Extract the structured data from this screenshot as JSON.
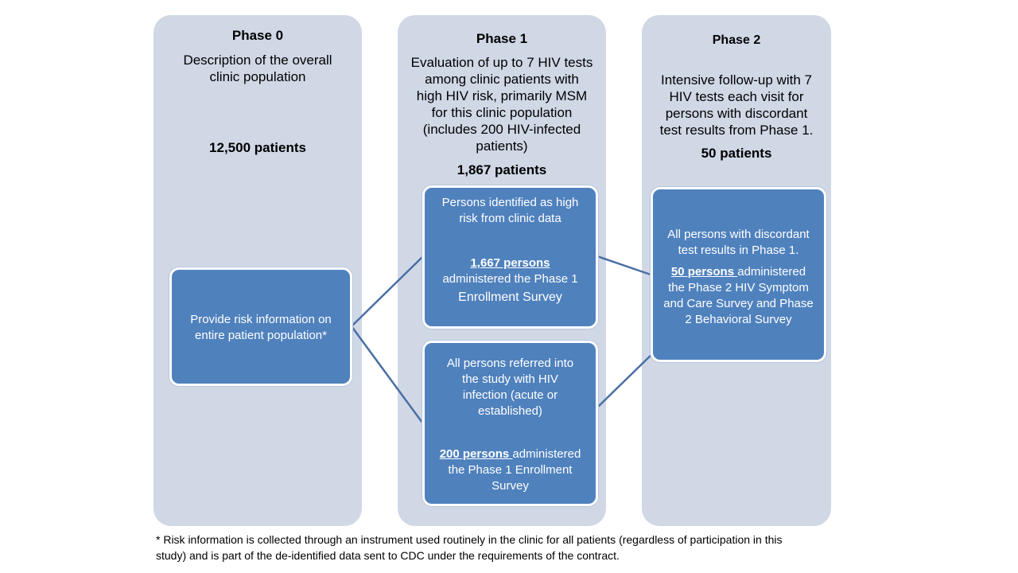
{
  "phase0": {
    "title": "Phase 0",
    "description": [
      "Description of the overall",
      "clinic population"
    ],
    "count": "12,500 patients",
    "box_text": [
      "Provide risk information on",
      "entire patient population*"
    ]
  },
  "phase1": {
    "title": "Phase 1",
    "description": [
      "Evaluation of up to 7 HIV tests",
      "among clinic patients with",
      "high HIV risk, primarily MSM",
      "for this clinic population",
      "(includes 200 HIV-infected",
      "patients)"
    ],
    "count": "1,867 patients",
    "box1": {
      "intro": [
        "Persons identified as high",
        "risk from clinic data"
      ],
      "count": "1,667 persons",
      "rest": [
        "administered the Phase 1",
        "Enrollment Survey"
      ]
    },
    "box2": {
      "intro": [
        "All persons  referred into",
        "the study  with HIV",
        "infection (acute or",
        "established)"
      ],
      "count": "200 persons ",
      "rest_inline": "administered",
      "rest": [
        "the Phase 1 Enrollment",
        "Survey"
      ]
    }
  },
  "phase2": {
    "title": "Phase 2",
    "description": [
      "Intensive follow-up with 7",
      "HIV tests each visit for",
      "persons with discordant",
      "test results from Phase 1."
    ],
    "count": "50 patients",
    "box": {
      "intro": [
        "All persons with discordant",
        "test results in Phase 1."
      ],
      "count": "50 persons ",
      "rest_inline": "administered",
      "rest": [
        "the Phase 2 HIV Symptom",
        "and Care Survey and Phase",
        "2 Behavioral Survey"
      ]
    }
  },
  "footnote": [
    "* Risk information is collected through an instrument used routinely in the clinic for all patients (regardless of participation in this",
    "study) and is part of the de-identified data sent to CDC under the requirements of the contract."
  ],
  "colors": {
    "column": "#d0d8e6",
    "box": "#4f81bd",
    "connector": "#4a6fa5"
  }
}
